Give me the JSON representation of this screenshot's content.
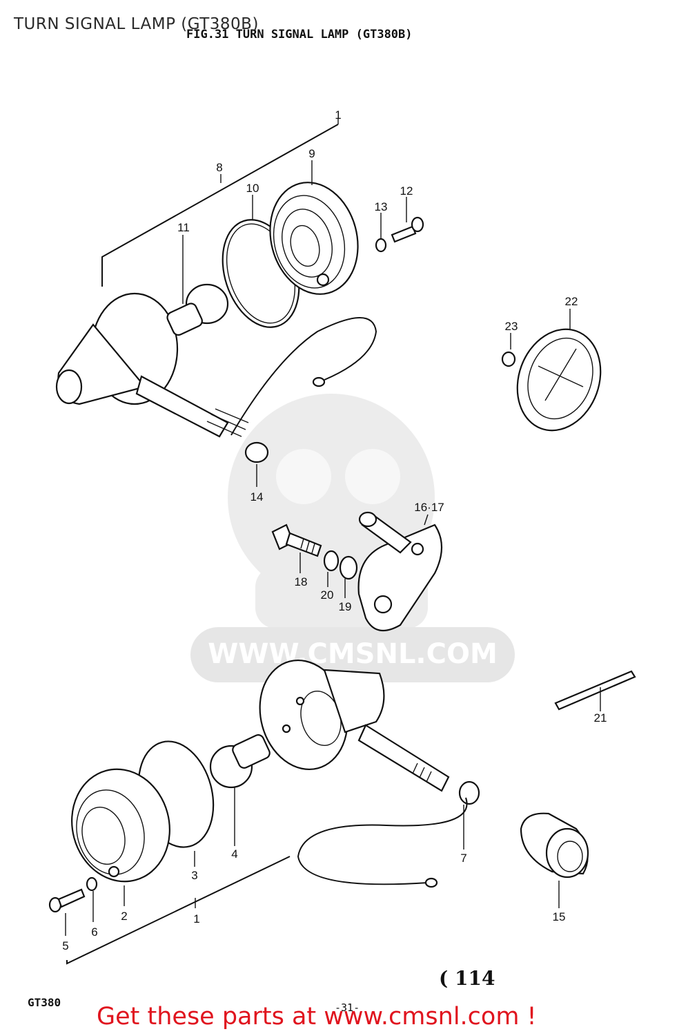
{
  "header": {
    "page_title": "TURN SIGNAL LAMP (GT380B)",
    "figure_title": "FIG.31  TURN SIGNAL LAMP (GT380B)"
  },
  "watermark": {
    "text": "WWW.CMSNL.COM",
    "color": "#e6e6e6"
  },
  "callouts": {
    "c1_top": "1",
    "c8": "8",
    "c9": "9",
    "c10": "10",
    "c11": "11",
    "c12": "12",
    "c13": "13",
    "c14": "14",
    "c22": "22",
    "c23": "23",
    "c16_17": "16·17",
    "c18": "18",
    "c19": "19",
    "c20": "20",
    "c21": "21",
    "c2": "2",
    "c3": "3",
    "c4": "4",
    "c5": "5",
    "c6": "6",
    "c7": "7",
    "c15": "15",
    "c1_bottom": "1"
  },
  "footer": {
    "model": "GT380",
    "page_number": "-31-",
    "page_ref": "( 114",
    "cta": "Get these parts at www.cmsnl.com !",
    "cta_color": "#e0141e"
  }
}
